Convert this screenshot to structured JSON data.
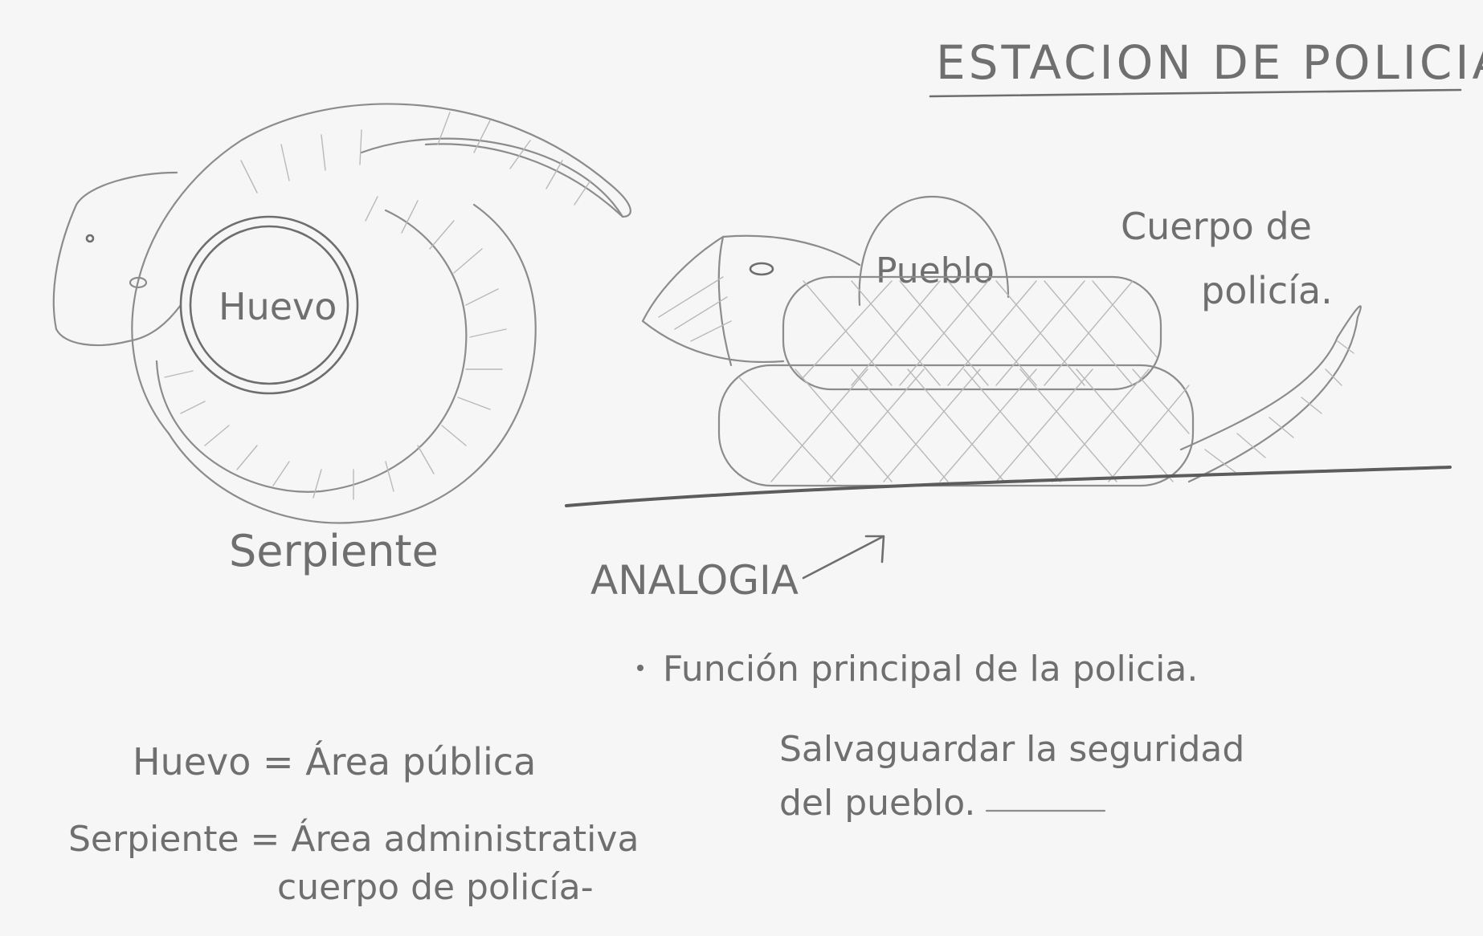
{
  "title": "ESTACION DE POLICIA",
  "left_sketch": {
    "egg_label": "Huevo",
    "snake_label": "Serpiente"
  },
  "right_sketch": {
    "town_label": "Pueblo",
    "police_label_line1": "Cuerpo de",
    "police_label_line2": "policía."
  },
  "analogy_label": "ANALOGIA",
  "function_note": {
    "heading": "Función principal de la policia.",
    "line1": "Salvaguardar la seguridad",
    "line2": "del pueblo."
  },
  "legend": {
    "egg_line": "Huevo = Área pública",
    "snake_line1": "Serpiente = Área administrativa",
    "snake_line2": "cuerpo de policía-"
  }
}
